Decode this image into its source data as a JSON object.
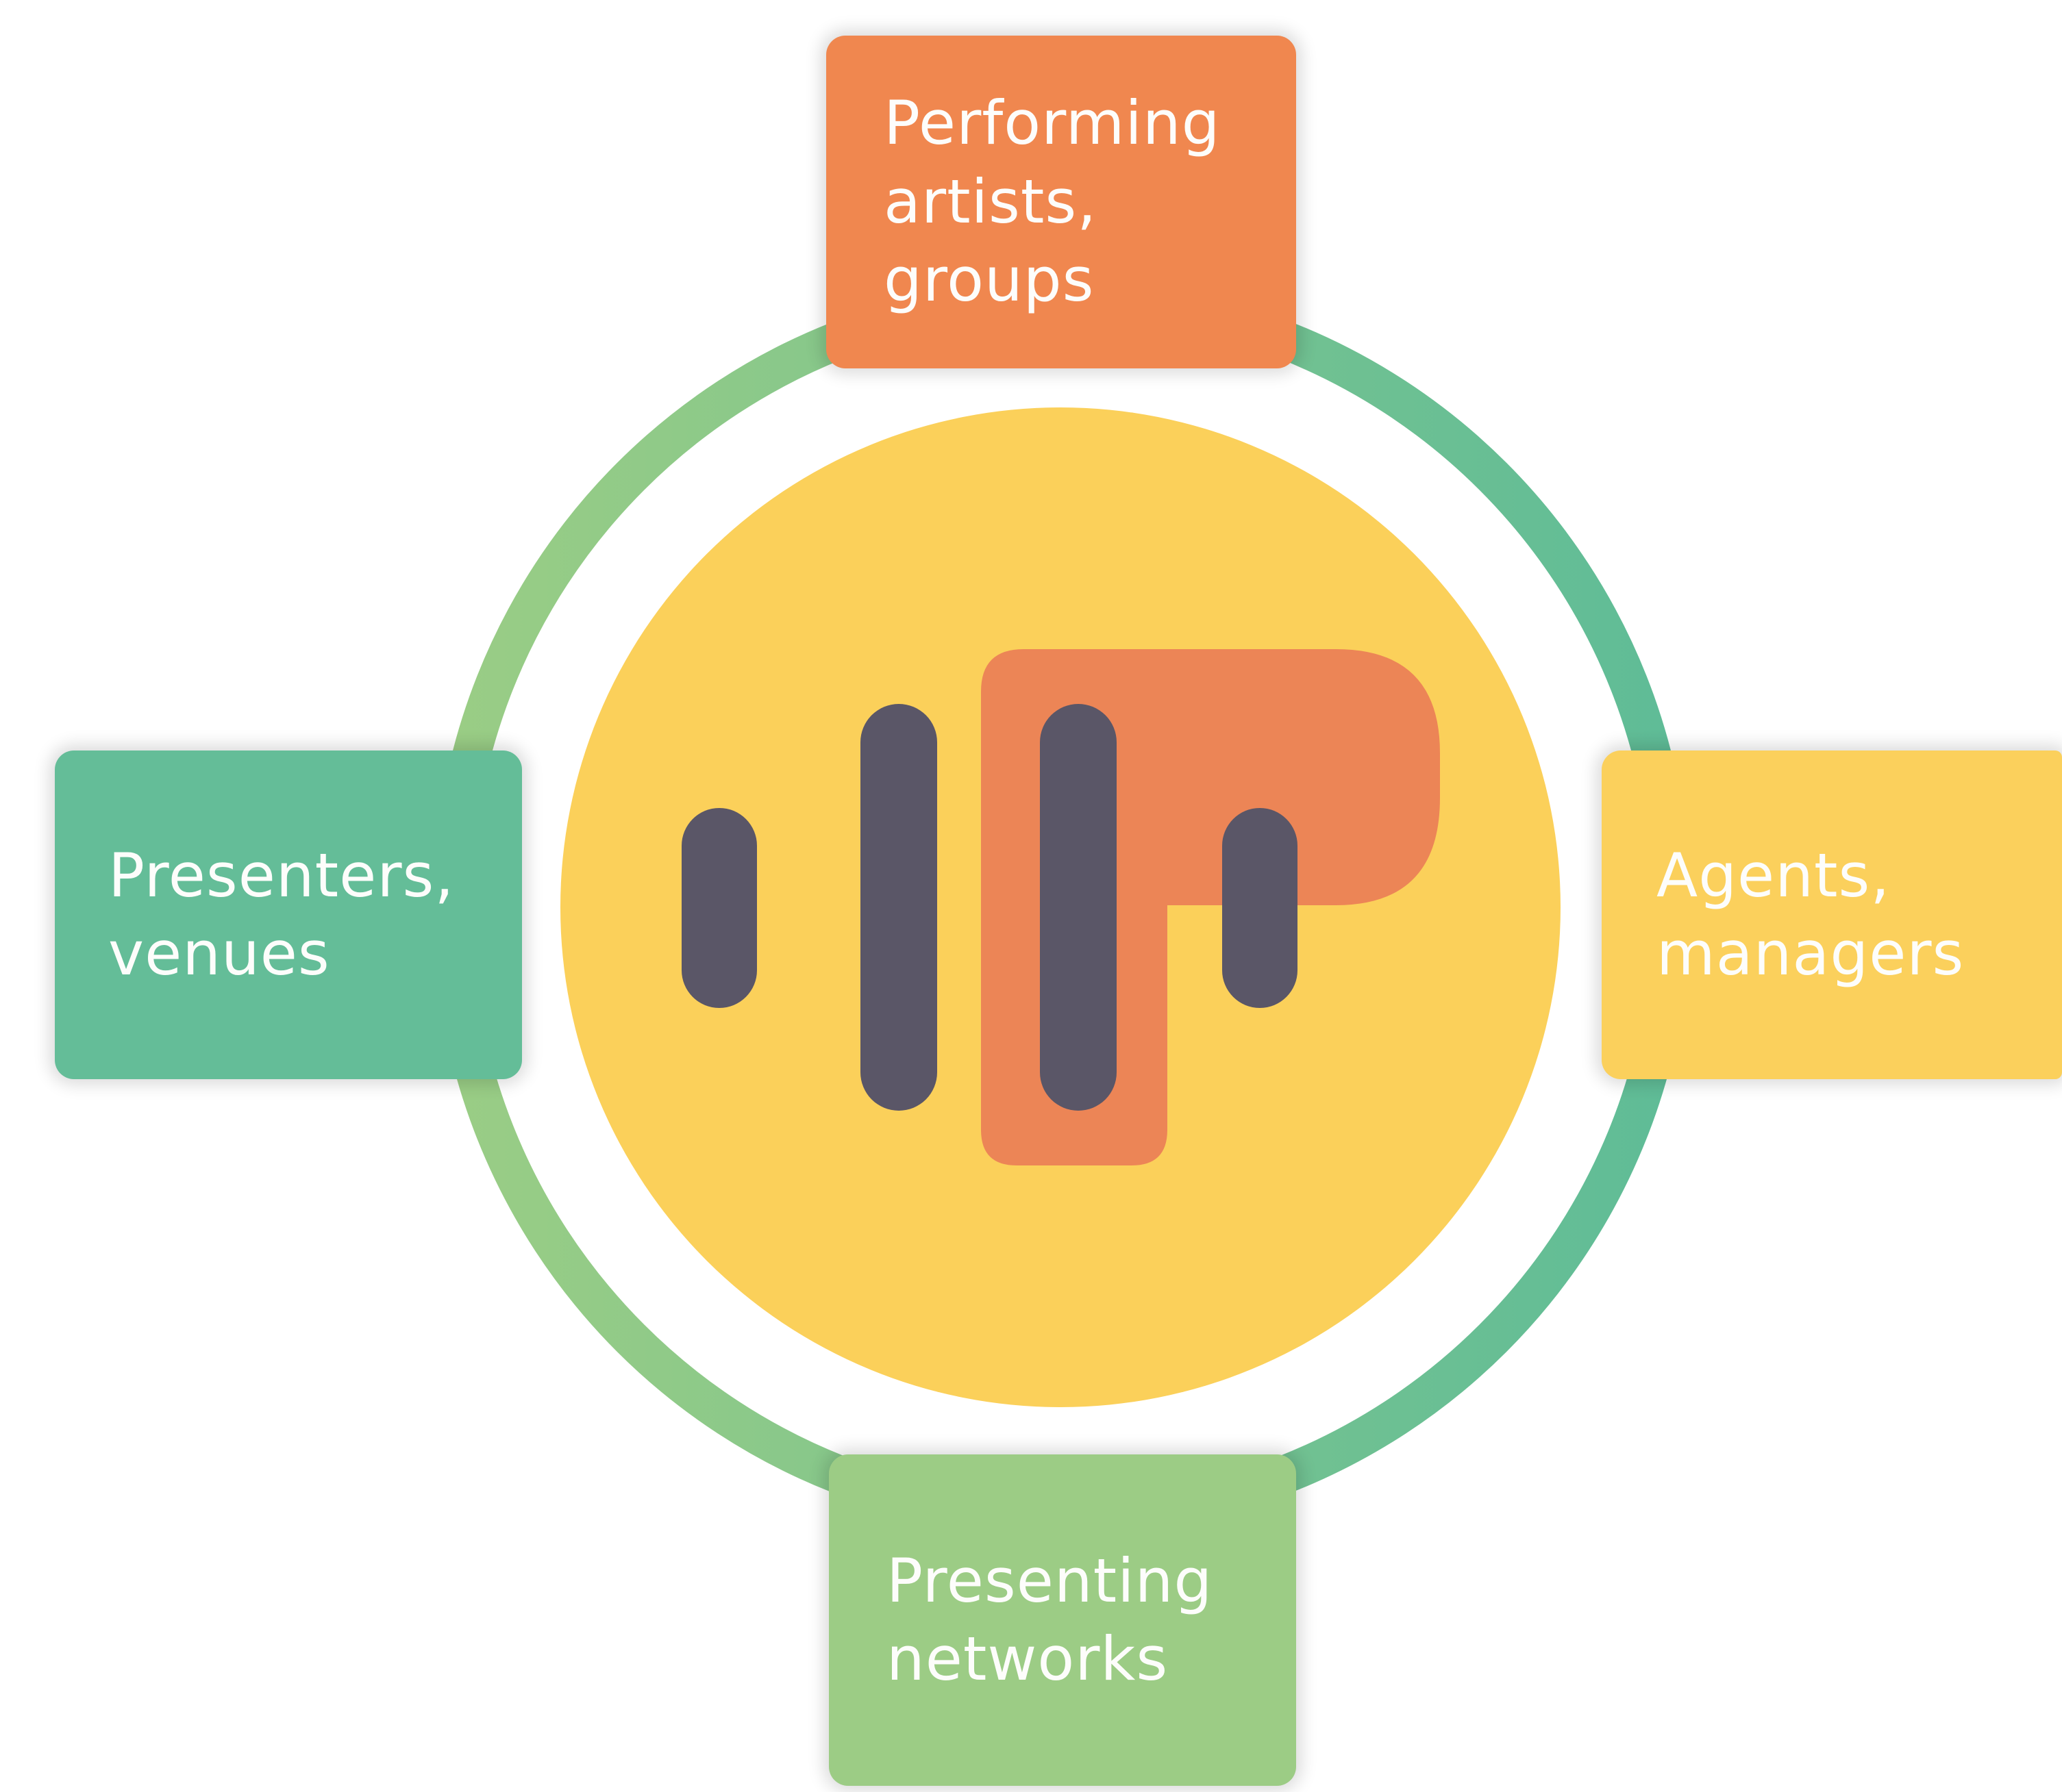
{
  "colors": {
    "ring_start": "#9acd85",
    "ring_end": "#5fbc97",
    "center_circle": "#fbd05a",
    "logo_accent": "#ec8556",
    "logo_bars": "#5a5667",
    "node_top": "#f0874f",
    "node_left": "#64bd98",
    "node_right": "#fbd05c",
    "node_bottom": "#9ccc85",
    "node_text": "#fdfdfb"
  },
  "center": {
    "logo_icon": "audio-bars-with-letter-p-icon"
  },
  "nodes": {
    "top": {
      "line1": "Performing",
      "line2": "artists,",
      "line3": "groups"
    },
    "left": {
      "line1": "Presenters,",
      "line2": "venues"
    },
    "right": {
      "line1": "Agents,",
      "line2": "managers"
    },
    "bottom": {
      "line1": "Presenting",
      "line2": "networks"
    }
  }
}
